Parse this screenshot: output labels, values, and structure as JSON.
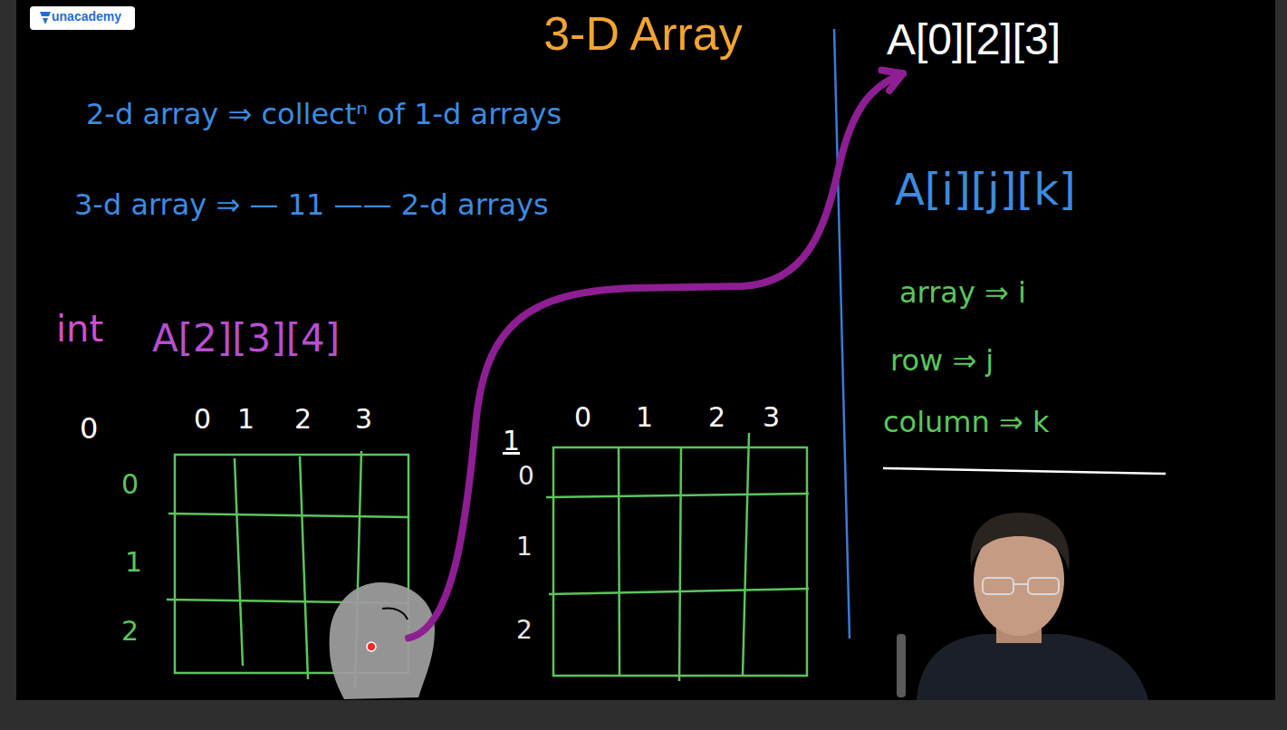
{
  "diagram": {
    "title": "3-D Array",
    "nodes": [
      {
        "text": [
          "0"
        ]
      },
      {
        "text": [
          "1"
        ]
      },
      {
        "text": [
          "A[0][2][3]"
        ]
      }
    ],
    "edges": [
      {
        "from": 0,
        "to": 2,
        "arrow": "to"
      }
    ],
    "labels": [
      "unacademy",
      "2-d array ⇒ collectⁿ of 1-d arrays",
      "3-d array ⇒ — 11 —— 2-d arrays",
      "int",
      "A[2][3][4]",
      "0",
      "1",
      "2",
      "3",
      "0",
      "1",
      "2",
      "0",
      "1",
      "2",
      "3",
      "0",
      "1",
      "2",
      "A[i][j][k]",
      "array ⇒ i",
      "row ⇒ j",
      "column ⇒ k"
    ]
  }
}
